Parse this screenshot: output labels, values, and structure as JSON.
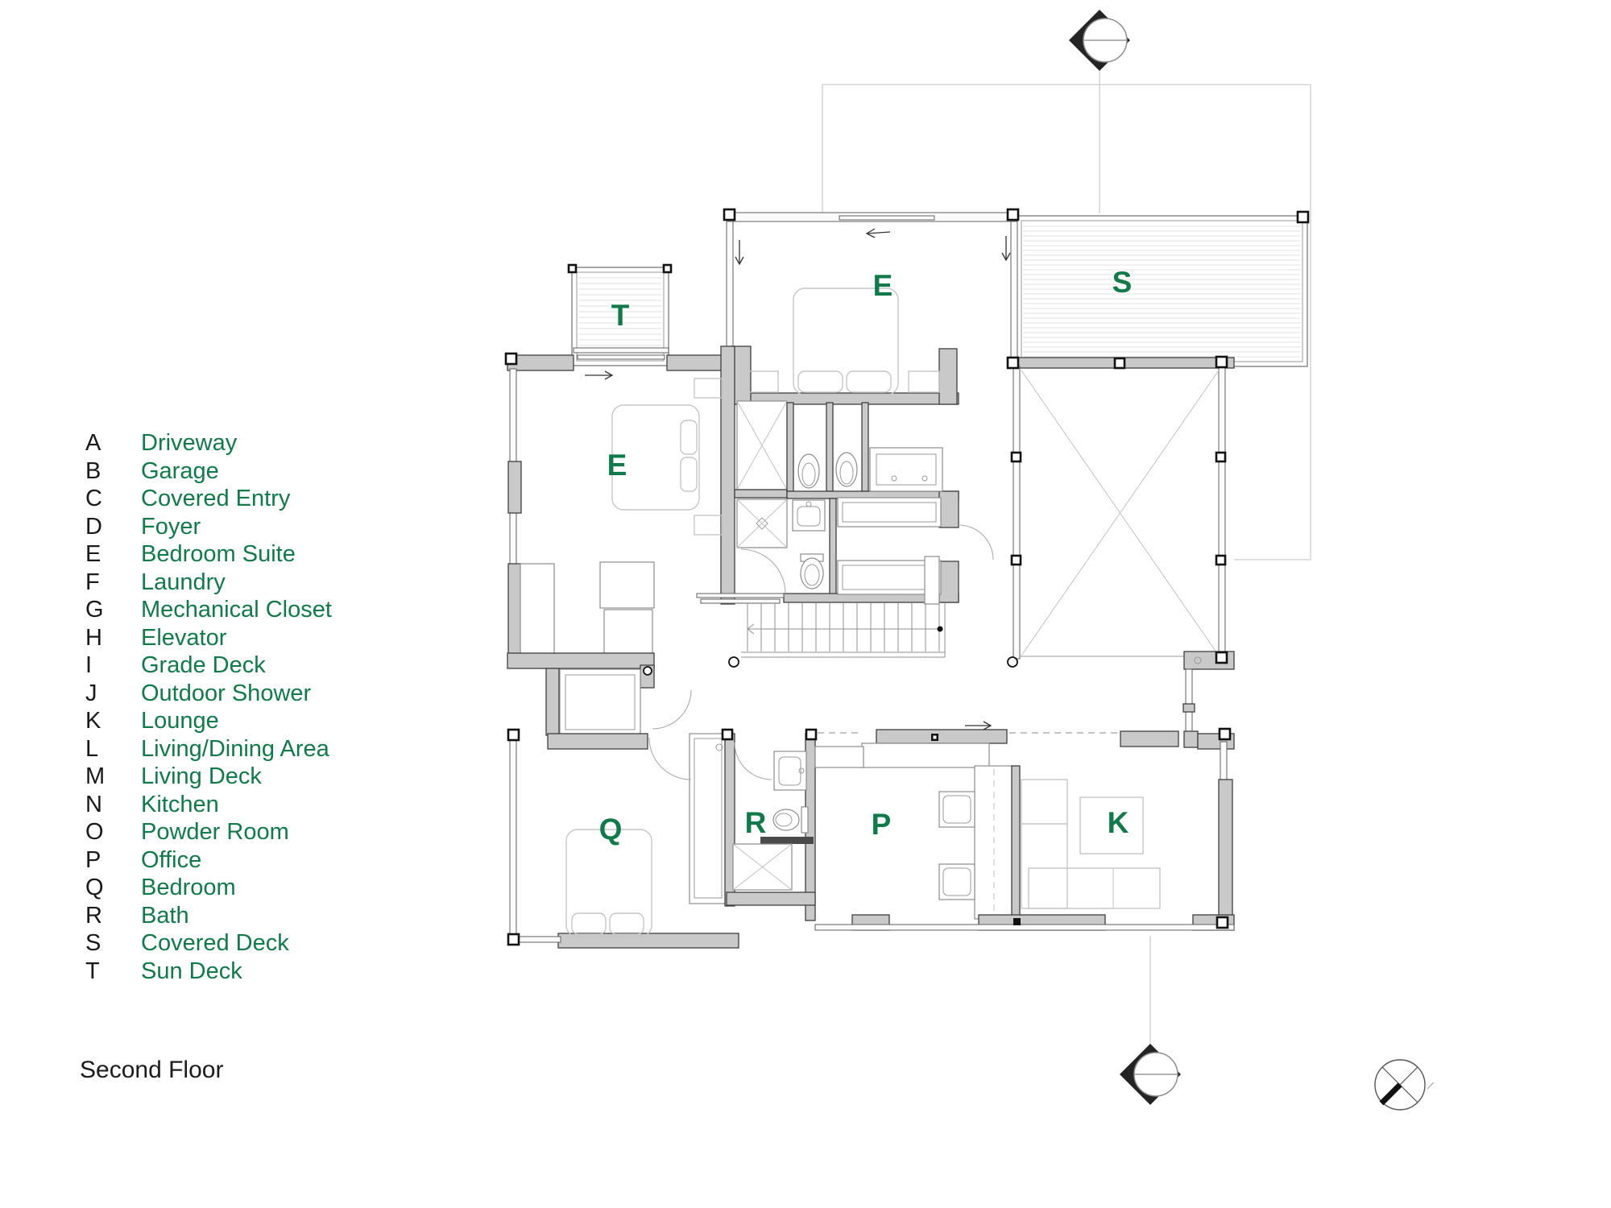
{
  "title": "Second Floor",
  "colors": {
    "accent_green": "#12794A",
    "wall_fill": "#C9C9C9",
    "wall_line": "#3F3F3F",
    "light_outline": "#CCCCCC"
  },
  "legend": {
    "items": [
      {
        "letter": "A",
        "label": "Driveway"
      },
      {
        "letter": "B",
        "label": "Garage"
      },
      {
        "letter": "C",
        "label": "Covered Entry"
      },
      {
        "letter": "D",
        "label": "Foyer"
      },
      {
        "letter": "E",
        "label": "Bedroom Suite"
      },
      {
        "letter": "F",
        "label": "Laundry"
      },
      {
        "letter": "G",
        "label": "Mechanical Closet"
      },
      {
        "letter": "H",
        "label": "Elevator"
      },
      {
        "letter": "I",
        "label": "Grade Deck"
      },
      {
        "letter": "J",
        "label": "Outdoor Shower"
      },
      {
        "letter": "K",
        "label": "Lounge"
      },
      {
        "letter": "L",
        "label": "Living/Dining Area"
      },
      {
        "letter": "M",
        "label": "Living Deck"
      },
      {
        "letter": "N",
        "label": "Kitchen"
      },
      {
        "letter": "O",
        "label": "Powder Room"
      },
      {
        "letter": "P",
        "label": "Office"
      },
      {
        "letter": "Q",
        "label": "Bedroom"
      },
      {
        "letter": "R",
        "label": "Bath"
      },
      {
        "letter": "S",
        "label": "Covered Deck"
      },
      {
        "letter": "T",
        "label": "Sun Deck"
      }
    ]
  },
  "plan": {
    "room_letters": [
      "T",
      "E",
      "S",
      "E",
      "Q",
      "R",
      "P",
      "K"
    ]
  },
  "symbols": {
    "top_marker": "section-marker-icon",
    "bottom_marker": "section-marker-icon",
    "compass": "north-arrow-compass-icon"
  }
}
